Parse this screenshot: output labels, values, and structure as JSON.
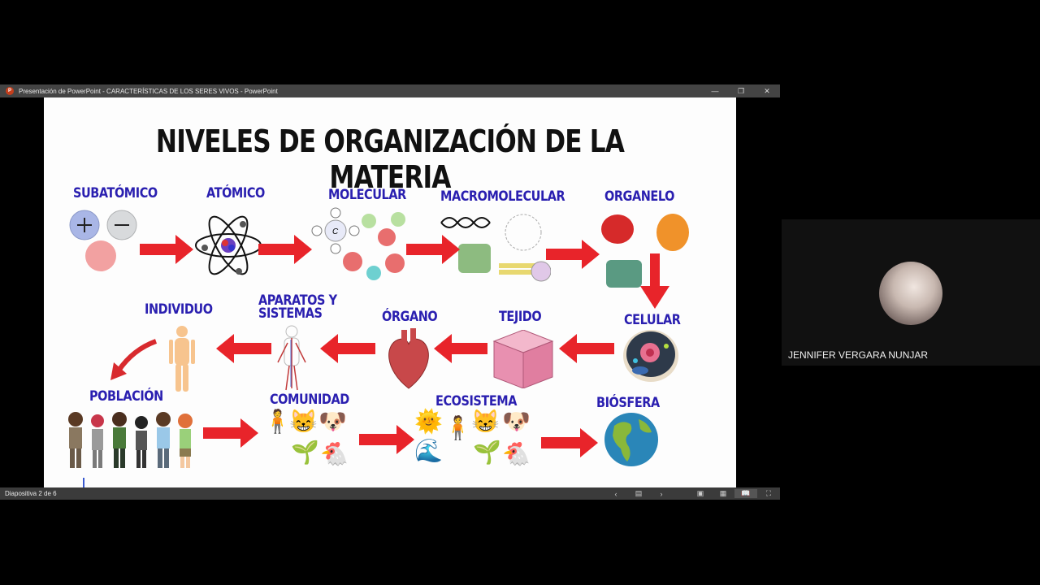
{
  "window": {
    "app_icon": "powerpoint-icon",
    "title": "Presentación de PowerPoint  -  CARACTERÍSTICAS DE LOS SERES VIVOS - PowerPoint",
    "controls": {
      "minimize": "—",
      "restore": "❐",
      "close": "✕"
    }
  },
  "slide": {
    "title": "NIVELES DE ORGANIZACIÓN DE LA MATERIA",
    "levels": [
      {
        "label": "SUBATÓMICO",
        "icon": "subatomic-particles-icon"
      },
      {
        "label": "ATÓMICO",
        "icon": "atom-icon"
      },
      {
        "label": "MOLECULAR",
        "icon": "molecule-icon"
      },
      {
        "label": "MACROMOLECULAR",
        "icon": "macromolecule-icon"
      },
      {
        "label": "ORGANELO",
        "icon": "organelle-icon"
      },
      {
        "label": "CELULAR",
        "icon": "cell-icon"
      },
      {
        "label": "TEJIDO",
        "icon": "tissue-icon"
      },
      {
        "label": "ÓRGANO",
        "icon": "heart-icon"
      },
      {
        "label": "APARATOS Y",
        "label2": "SISTEMAS",
        "icon": "circulatory-system-icon"
      },
      {
        "label": "INDIVIDUO",
        "icon": "human-body-icon"
      },
      {
        "label": "POBLACIÓN",
        "icon": "people-group-icon"
      },
      {
        "label": "COMUNIDAD",
        "icon": "community-icon"
      },
      {
        "label": "ECOSISTEMA",
        "icon": "ecosystem-icon"
      },
      {
        "label": "BIÓSFERA",
        "icon": "earth-globe-icon"
      }
    ],
    "emoji": {
      "person": "🧍",
      "cat": "😸",
      "dog": "🐶",
      "plant": "🌱",
      "chicken": "🐔",
      "sun": "🌞",
      "wave": "🌊",
      "earth": "🌎"
    },
    "colors": {
      "label": "#2a1fb0",
      "arrow": "#e8242a",
      "title": "#111111"
    }
  },
  "statusbar": {
    "slide_indicator": "Diapositiva 2 de 6",
    "prev": "‹",
    "notes": "▤",
    "next": "›",
    "normal_view": "▣",
    "sorter_view": "▦",
    "reading_view": "📖",
    "slideshow": "⛶"
  },
  "participant": {
    "name": "JENNIFER VERGARA NUNJAR"
  }
}
